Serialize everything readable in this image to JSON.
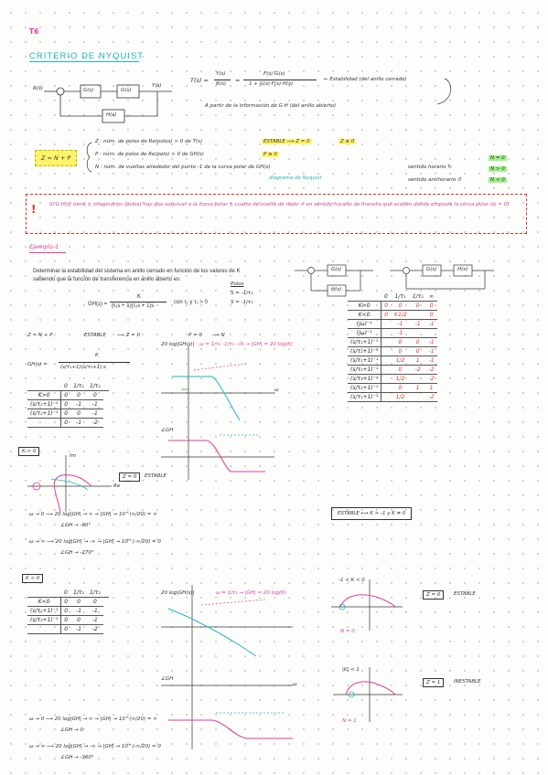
{
  "page": {
    "label": "T6",
    "title": "CRITERIO DE NYQUIST"
  },
  "block_diagram_1": {
    "input": "R(s)",
    "g": "G(s)",
    "g2": "G(s)",
    "output": "Y(s)",
    "h": "H(s)"
  },
  "transfer": {
    "lhs": "T(s) =",
    "num_y": "Y(s)",
    "den_r": "R(s)",
    "eq": "=",
    "num_g": "F(s)·G(s)",
    "den_g": "1 + G(s)·F(s)·H(s)",
    "stability_note": "← Estabilidad (del anillo cerrado)",
    "from_note": "A partir de la información de G·H (del anillo abierto)"
  },
  "zpn": {
    "formula": "Z = N + P",
    "z_def": "Z : núm. de polos de Re(polos) > 0 de T(s)",
    "z_stable": "ESTABLE ⟶ Z = 0",
    "z_ge": "Z ≥ 0",
    "p_def": "P : núm. de polos de Re(polo) > 0 de GH(s)",
    "p_ge": "P ≥ 0",
    "n_def": "N : núm. de vueltas alrededor del punto -1 de la curva polar de GH(s)",
    "n_sub": "diagrama de Nyquist",
    "n_horario": "sentido horario ↻",
    "n_antihorario": "sentido antihorario ↺",
    "n_zero": "N = 0",
    "n_pos": "N > 0",
    "n_neg": "N < 0"
  },
  "warning": {
    "text": "Si G·H(s) tiene ± imaginarios (polos) hay que esquivar a la curva polar ± cuarto de vuelta de radio ∞ en sentido horario de manera que acaben donde empieza la curva polar (ω = 0)"
  },
  "example": {
    "title": "Ejemplo 1",
    "statement": "Determinar la estabilidad del sistema en anillo cerrado en función de los valores de K sabiendo que la función de transferencia en anillo abierto es:",
    "gh": "GH(s) =",
    "gh_num": "K",
    "gh_den": "(τ₁s + 1)(τ₂s + 1)s",
    "cond": "con τ₁ y τ₂ > 0",
    "polos_label": "Polos",
    "polos_values": "S = -1/τ₁",
    "polos_values2": "S = -1/τ₂"
  },
  "block_diagram_2": {
    "left_g": "G(s)",
    "left_h": "H(s)",
    "right_g": "G(s)",
    "right_h": "H(s)"
  },
  "right_table": {
    "headers": [
      "",
      "0",
      "1/τ₁",
      "1/τ₂",
      "∞"
    ],
    "rows": [
      {
        "label": "K>0",
        "v": [
          "0",
          "0",
          "0",
          "0"
        ]
      },
      {
        "label": "K<0",
        "v": [
          "0",
          "∓1/2",
          "",
          "0"
        ]
      },
      {
        "label": "(jω)⁻¹",
        "v": [
          "",
          "-1",
          "-1",
          "-1"
        ]
      },
      {
        "label": "(jω)⁻¹",
        "v": [
          "",
          "-1",
          "",
          ""
        ]
      },
      {
        "label": "(s/τ₁+1)⁻¹",
        "v": [
          "",
          "0",
          "0",
          "-1"
        ]
      },
      {
        "label": "(s/τ₂+1)⁻¹",
        "v": [
          "",
          "0",
          "0",
          "-1"
        ]
      },
      {
        "label": "(s/τ₁+1)⁻¹",
        "v": [
          "",
          "1/2",
          "1",
          "-1"
        ]
      },
      {
        "label": "(s/τ₂+1)⁻¹",
        "v": [
          "",
          "0",
          "-2",
          "-2"
        ]
      },
      {
        "label": "(s/τ₁+1)⁻¹",
        "v": [
          "",
          "1/2",
          "",
          "-2"
        ]
      },
      {
        "label": "(s/τ₂+1)⁻¹",
        "v": [
          "",
          "0",
          "1",
          "1"
        ]
      },
      {
        "label": "(s/τ₁+1)⁻¹",
        "v": [
          "",
          "1/2",
          "",
          "-2"
        ]
      }
    ]
  },
  "case1": {
    "zpn": "Z = N + P",
    "stable_word": "ESTABLE",
    "arrow_zero": "⟶ Z = 0",
    "p_zero": "P = 0",
    "arrow_n": "⟶ N",
    "gh_label": "GH(s) =",
    "gh_num": "K",
    "gh_den": "(s/τ₁+1)(s/τ₂+1)·s",
    "kgt0": "K > 0",
    "table_headers": [
      "",
      "0",
      "1/τ₁",
      "1/τ₂",
      ""
    ],
    "table_rows": [
      {
        "label": "K>0",
        "v": [
          "0",
          "0",
          "0"
        ]
      },
      {
        "label": "(s/τ₁+1)⁻¹",
        "v": [
          "0",
          "-1",
          "-1"
        ]
      },
      {
        "label": "(s/τ₂+1)⁻¹",
        "v": [
          "0",
          "0",
          "-1"
        ]
      },
      {
        "label": "",
        "v": [
          "0",
          "-1",
          "-2"
        ]
      }
    ],
    "bode_title": "20 log|GH(s)|",
    "bode_note": "ω = 1/τ₁ ·1/τ₂ ·√K → |GH| = 20 log(K)",
    "phase_label": "∠GH",
    "w_label": "ω",
    "k_gt_0_box": "K > 0",
    "nyq_re": "Re",
    "nyq_im": "Im",
    "z0_box": "Z = 0",
    "estable": "ESTABLE",
    "limit1": "ω → 0 ⟶ 20 log|GH| → ∞ → |GH| → 10^(∞/20) = ∞",
    "limit1b": "∠GH → -90°",
    "limit2": "ω → ∞ ⟶ 20 log|GH| → -∞ → |GH| → 10^(-∞/20) = 0",
    "limit2b": "∠GH → -270°",
    "estable_cond": "ESTABLE ⟷ K > -1 y K ≠ 0"
  },
  "case2": {
    "klt0": "K < 0",
    "table_headers": [
      "",
      "0",
      "1/τ₁",
      "1/τ₂",
      ""
    ],
    "table_rows": [
      {
        "label": "K<0",
        "v": [
          "0",
          "0",
          "0"
        ]
      },
      {
        "label": "(s/τ₁+1)⁻¹",
        "v": [
          "0",
          "-1",
          "-1"
        ]
      },
      {
        "label": "(s/τ₂+1)⁻¹",
        "v": [
          "0",
          "0",
          "-1"
        ]
      },
      {
        "label": "",
        "v": [
          "0",
          "-1",
          "-2"
        ]
      }
    ],
    "bode_title": "20 log|GH(s)|",
    "bode_note": "ω = 1/τ₁ → |GH| = 20 log(K)",
    "phase_label": "∠GH",
    "w_label": "ω",
    "z0_box": "Z = 0",
    "estable": "ESTABLE",
    "z1_box": "Z = 1",
    "inestable": "INESTABLE",
    "k_lt_minus1": "-1 < K < 0",
    "k_lt_m1": "|K| < 1",
    "n0": "N = 0",
    "n1": "N = 1",
    "limit1": "ω → 0 ⟶ 20 log|GH| → ∞ → |GH| → 10^(∞/20) = ∞",
    "limit1b": "∠GH → 0",
    "limit2": "ω → ∞ ⟶ 20 log|GH| → -∞ → |GH| → 10^(-∞/20) = 0",
    "limit2b": "∠GH → -360°"
  },
  "colors": {
    "pink": "#e0409a",
    "cyan": "#1fb6c6",
    "green": "#37a63a",
    "yellow": "#fff36b",
    "red": "#d9362e"
  }
}
